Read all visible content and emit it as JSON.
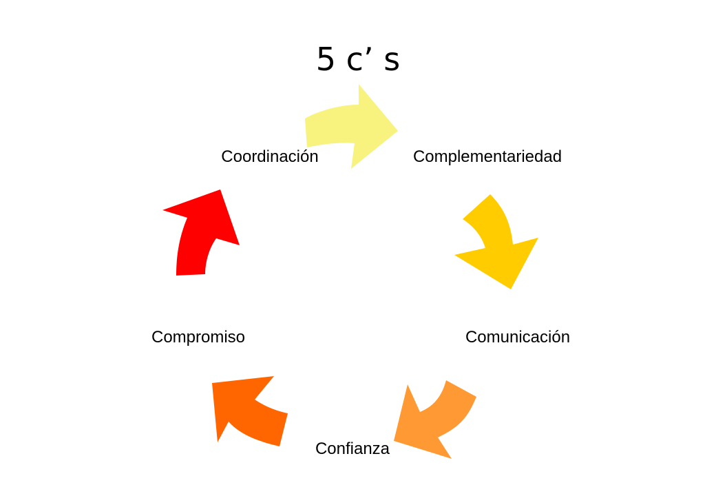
{
  "title": "5 c’ s",
  "nodes": [
    {
      "label": "Complementariedad"
    },
    {
      "label": "Comunicación"
    },
    {
      "label": "Confianza"
    },
    {
      "label": "Compromiso"
    },
    {
      "label": "Coordinación"
    }
  ],
  "arrows": [
    {
      "from": "Coordinación",
      "to": "Complementariedad",
      "color": "#F7F37E"
    },
    {
      "from": "Complementariedad",
      "to": "Comunicación",
      "color": "#FFCC00"
    },
    {
      "from": "Comunicación",
      "to": "Confianza",
      "color": "#FF9933"
    },
    {
      "from": "Confianza",
      "to": "Compromiso",
      "color": "#FF6600"
    },
    {
      "from": "Compromiso",
      "to": "Coordinación",
      "color": "#FF0000"
    }
  ]
}
